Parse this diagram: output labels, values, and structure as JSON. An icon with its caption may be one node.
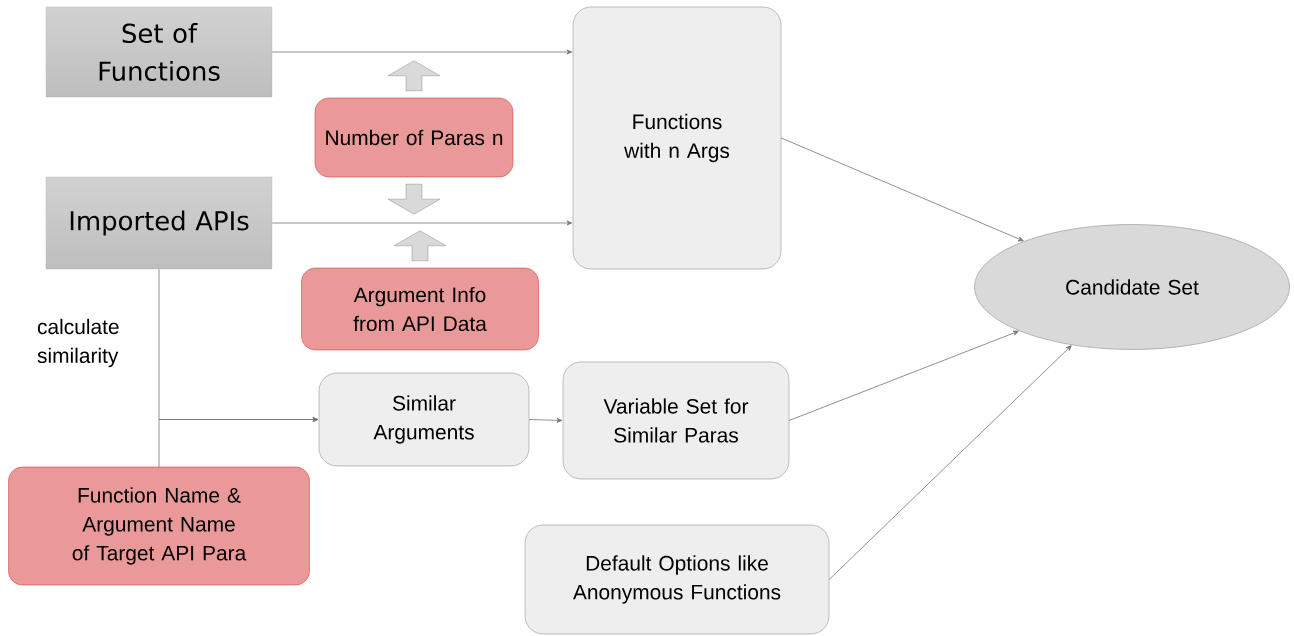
{
  "diagram": {
    "nodes": [
      {
        "text": [
          "Set of Functions"
        ]
      },
      {
        "text": [
          "Number of Paras n"
        ]
      },
      {
        "text": [
          "Functions with n Args"
        ]
      },
      {
        "text": [
          "Imported APIs"
        ]
      },
      {
        "text": [
          "Argument Info from API Data"
        ]
      },
      {
        "text": [
          "Candidate Set"
        ]
      },
      {
        "text": [
          "Similar Arguments"
        ]
      },
      {
        "text": [
          "Variable Set for Similar Paras"
        ]
      },
      {
        "text": [
          "Function Name & Argument Name of Target API Para"
        ]
      },
      {
        "text": [
          "Default Options like Anonymous Functions"
        ]
      }
    ],
    "edges": [
      {
        "from": 0,
        "to": 2,
        "arrow": "to"
      },
      {
        "from": 3,
        "to": 2,
        "arrow": "to"
      },
      {
        "from": 2,
        "to": 5,
        "arrow": "to"
      },
      {
        "from": 7,
        "to": 5,
        "arrow": "to"
      },
      {
        "from": 9,
        "to": 5,
        "arrow": "to"
      },
      {
        "from": 3,
        "to": 6,
        "arrow": "to"
      },
      {
        "from": 8,
        "to": 6,
        "arrow": "to"
      },
      {
        "from": 6,
        "to": 7,
        "arrow": "to"
      },
      {
        "from": 1,
        "to": null,
        "arrow": "to",
        "style": "thick"
      },
      {
        "from": 1,
        "to": null,
        "arrow": "to",
        "style": "thick"
      },
      {
        "from": 4,
        "to": null,
        "arrow": "to",
        "style": "thick"
      }
    ],
    "labels": [
      "calculate similarity"
    ]
  }
}
